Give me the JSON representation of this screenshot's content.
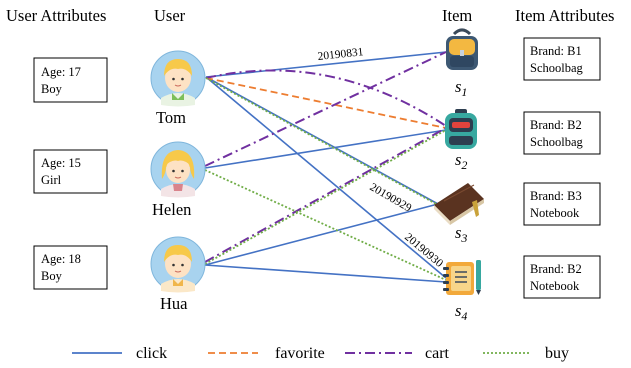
{
  "headers": {
    "user_attributes": "User Attributes",
    "user": "User",
    "item": "Item",
    "item_attributes": "Item Attributes"
  },
  "user_attributes": [
    {
      "line1": "Age: 17",
      "line2": "Boy"
    },
    {
      "line1": "Age: 15",
      "line2": "Girl"
    },
    {
      "line1": "Age: 18",
      "line2": "Boy"
    }
  ],
  "users": [
    {
      "name": "Tom",
      "icon": "boy-avatar-icon"
    },
    {
      "name": "Helen",
      "icon": "girl-avatar-icon"
    },
    {
      "name": "Hua",
      "icon": "boy-avatar-icon"
    }
  ],
  "items": [
    {
      "label": "s",
      "sub": "1",
      "icon": "schoolbag-icon"
    },
    {
      "label": "s",
      "sub": "2",
      "icon": "backpack-icon"
    },
    {
      "label": "s",
      "sub": "3",
      "icon": "notebook-icon"
    },
    {
      "label": "s",
      "sub": "4",
      "icon": "notepad-icon"
    }
  ],
  "item_attributes": [
    {
      "line1": "Brand: B1",
      "line2": "Schoolbag"
    },
    {
      "line1": "Brand: B2",
      "line2": "Schoolbag"
    },
    {
      "line1": "Brand: B3",
      "line2": "Notebook"
    },
    {
      "line1": "Brand: B2",
      "line2": "Notebook"
    }
  ],
  "edge_dates": [
    "20190831",
    "20190929",
    "20190930"
  ],
  "legend": [
    "click",
    "favorite",
    "cart",
    "buy"
  ],
  "colors": {
    "click": "#4472c4",
    "favorite": "#ed7d31",
    "cart": "#7030a0",
    "buy": "#70ad47",
    "avatar_bg": "#a8d3ef",
    "hair": "#f7c94a",
    "skin": "#fde2c4"
  }
}
